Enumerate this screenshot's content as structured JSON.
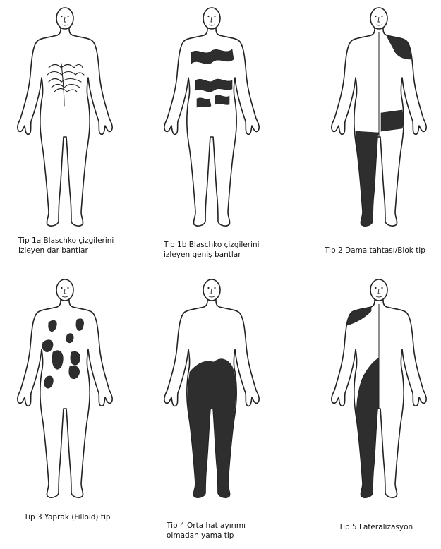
{
  "colors": {
    "outline": "#222222",
    "fill": "#2e2e2e",
    "skin": "#ffffff"
  },
  "panels": [
    {
      "id": "tip1a",
      "caption": "Tip 1a  Blaschko çizgilerini\nizleyen dar bantlar"
    },
    {
      "id": "tip1b",
      "caption": "Tip 1b Blaschko çizgilerini\nizleyen geniş bantlar"
    },
    {
      "id": "tip2",
      "caption": "Tip 2  Dama tahtası/Blok tip"
    },
    {
      "id": "tip3",
      "caption": "Tip 3 Yaprak (Filloid) tip"
    },
    {
      "id": "tip4",
      "caption": "Tip 4 Orta hat ayırımı\nolmadan yama tip"
    },
    {
      "id": "tip5",
      "caption": "Tip 5 Lateralizasyon"
    }
  ]
}
